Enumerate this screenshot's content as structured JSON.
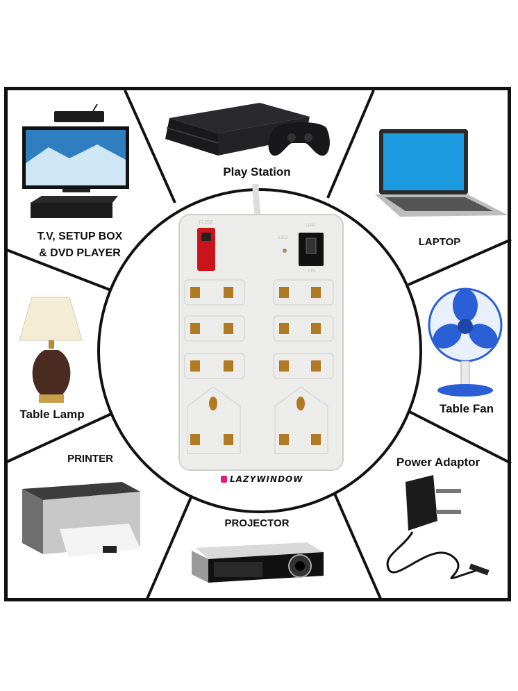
{
  "labels": {
    "play_station": "Play Station",
    "tv_line1": "T.V, SETUP BOX",
    "tv_line2": "& DVD PLAYER",
    "laptop": "LAPTOP",
    "table_lamp": "Table Lamp",
    "table_fan": "Table Fan",
    "printer": "PRINTER",
    "power_adaptor": "Power Adaptor",
    "projector": "PROJECTOR"
  },
  "power_strip": {
    "fuse_label": "FUSE",
    "led_label": "LED",
    "switch_off_label": "OFF",
    "switch_on_label": "ON"
  },
  "brand": {
    "name": "LAZYWINDOW",
    "color": "#e4177a"
  },
  "colors": {
    "border": "#111111",
    "fuse": "#c8141a",
    "socket_brass": "#b07a22",
    "fan_blue": "#2a5fd6"
  },
  "icons": [
    "playstation-icon",
    "tv-icon",
    "laptop-icon",
    "lamp-icon",
    "fan-icon",
    "printer-icon",
    "adaptor-icon",
    "projector-icon",
    "power-strip-icon"
  ]
}
